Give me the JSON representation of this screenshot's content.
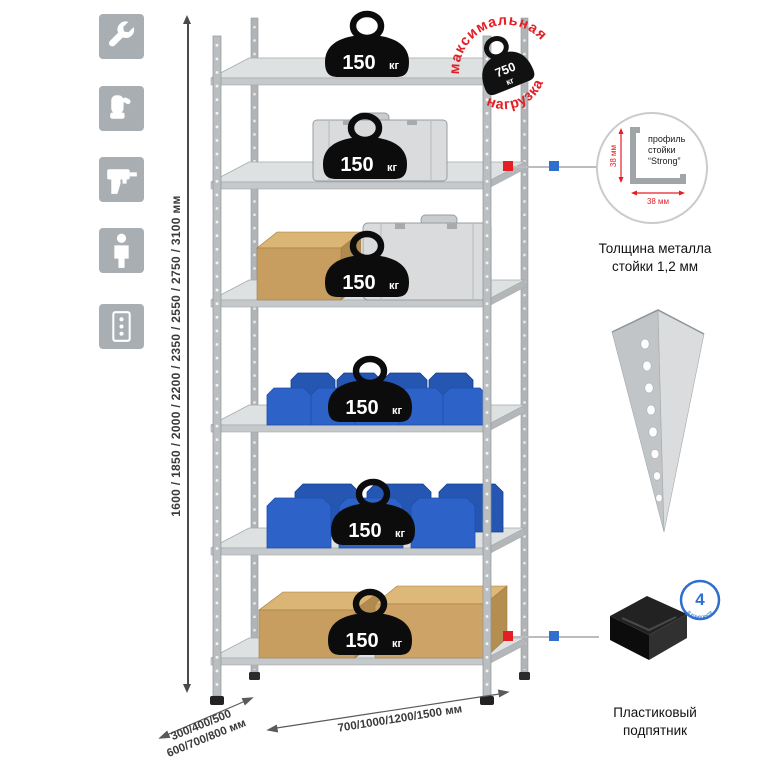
{
  "colors": {
    "accent_red": "#e31e24",
    "accent_blue": "#2e6fd0",
    "bin_blue": "#2d63c8",
    "box_tan": "#c89e60",
    "metal_gray": "#b9bdbf"
  },
  "sidebar_icons": {
    "items": [
      {
        "name": "wrench-icon"
      },
      {
        "name": "gloves-icon"
      },
      {
        "name": "drill-icon"
      },
      {
        "name": "person-icon"
      },
      {
        "name": "perforated-panel-icon"
      }
    ]
  },
  "dimensions": {
    "height": "1600 / 1850 / 2000 / 2200 / 2350 / 2550 / 2750 / 3100 мм",
    "depth_line1": "300/400/500",
    "depth_line2": "600/700/800 мм",
    "width": "700/1000/1200/1500 мм"
  },
  "rack": {
    "shelves": [
      {
        "load": "150",
        "unit": "кг"
      },
      {
        "load": "150",
        "unit": "кг"
      },
      {
        "load": "150",
        "unit": "кг"
      },
      {
        "load": "150",
        "unit": "кг"
      },
      {
        "load": "150",
        "unit": "кг"
      },
      {
        "load": "150",
        "unit": "кг"
      }
    ]
  },
  "stamp": {
    "arc_top": "максимальная",
    "arc_bottom": "нагрузка",
    "value": "750",
    "unit": "кг"
  },
  "profile": {
    "dim_vertical": "38 мм",
    "dim_horizontal": "38 мм",
    "label_l1": "профиль",
    "label_l2": "стойки",
    "label_l3": "“Strong”",
    "caption_l1": "Толщина металла",
    "caption_l2": "стойки 1,2 мм"
  },
  "foot": {
    "badge_number": "4",
    "badge_text": "в комплекте",
    "caption_l1": "Пластиковый",
    "caption_l2": "подпятник"
  }
}
